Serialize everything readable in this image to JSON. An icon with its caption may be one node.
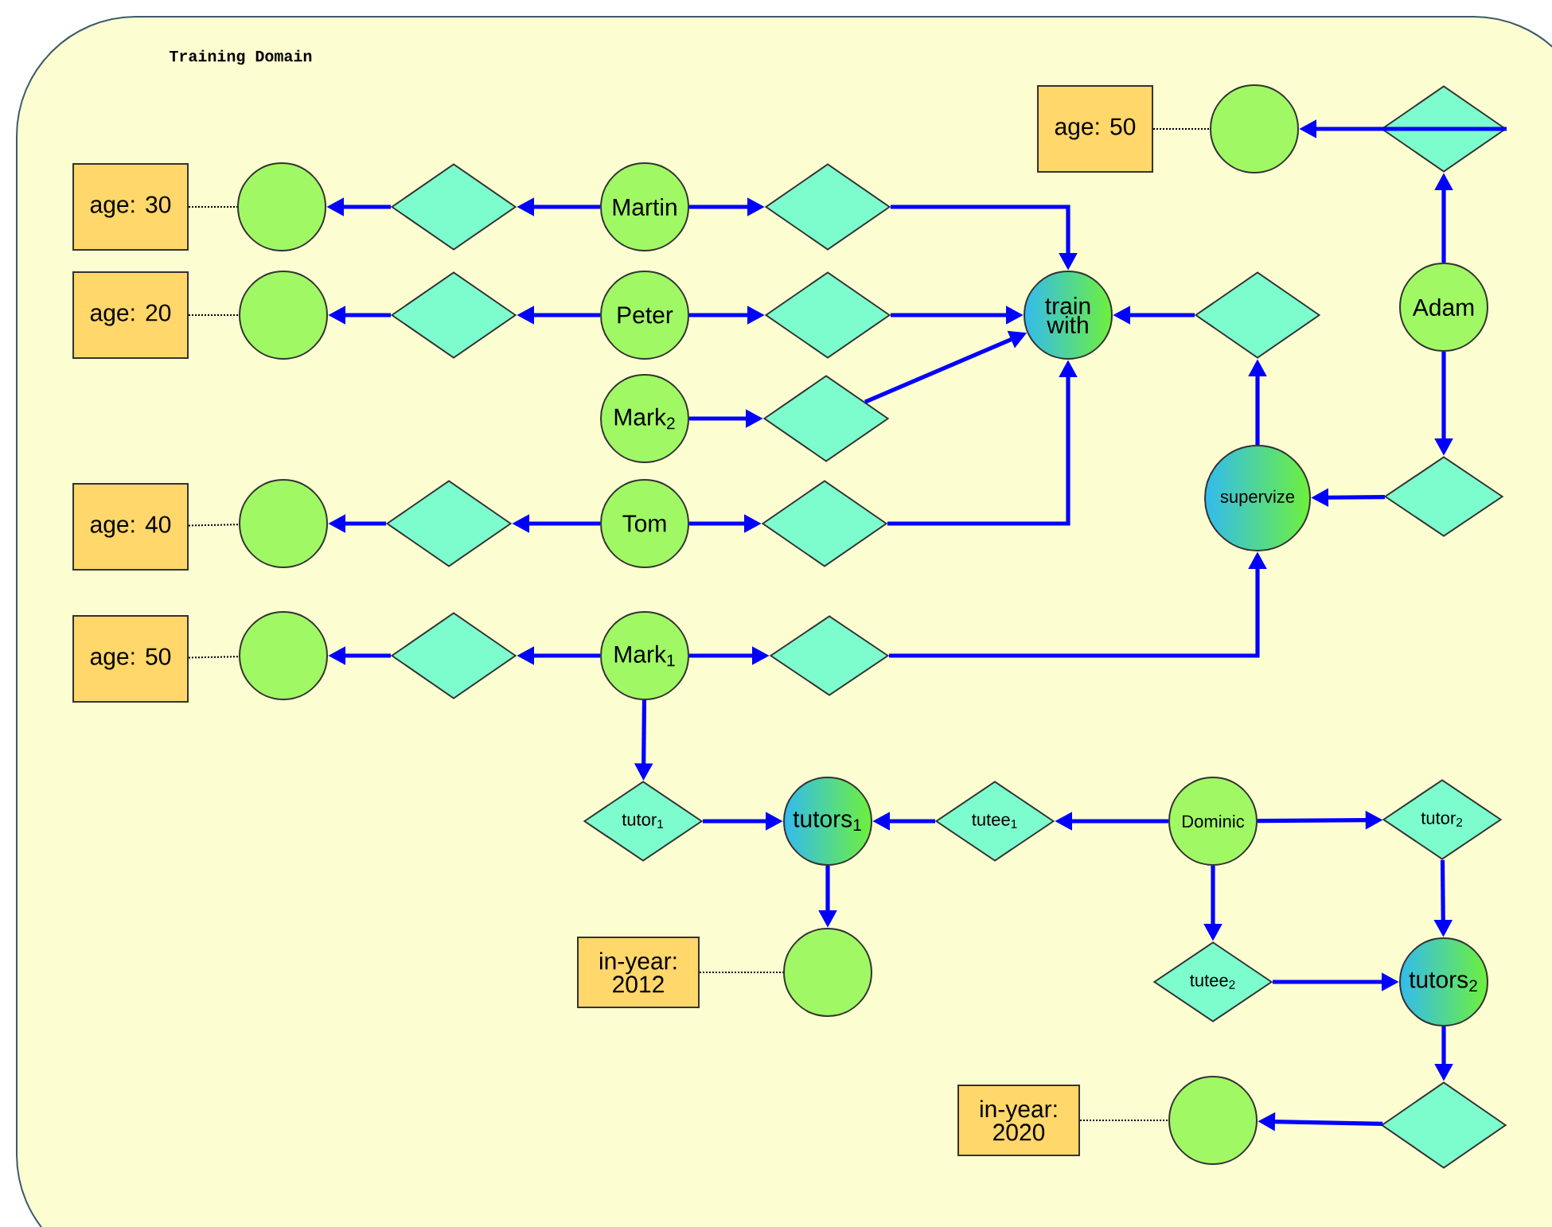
{
  "diagram": {
    "nodes": [
      {
        "text": [
          "Training Domain"
        ]
      },
      {
        "text": [
          "age: 50"
        ],
        "in": 0
      },
      {
        "text": [],
        "shape": "circle",
        "in": 0
      },
      {
        "text": [],
        "shape": "diamond",
        "in": 0
      },
      {
        "text": [
          "age: 30"
        ],
        "in": 0
      },
      {
        "text": [],
        "shape": "circle",
        "in": 0
      },
      {
        "text": [],
        "shape": "diamond",
        "in": 0
      },
      {
        "text": [
          "Martin"
        ],
        "in": 0
      },
      {
        "text": [],
        "shape": "diamond",
        "in": 0
      },
      {
        "text": [
          "age: 20"
        ],
        "in": 0
      },
      {
        "text": [],
        "shape": "circle",
        "in": 0
      },
      {
        "text": [],
        "shape": "diamond",
        "in": 0
      },
      {
        "text": [
          "Peter"
        ],
        "in": 0
      },
      {
        "text": [],
        "shape": "diamond",
        "in": 0
      },
      {
        "text": [
          "train with"
        ],
        "in": 0
      },
      {
        "text": [],
        "shape": "diamond",
        "in": 0
      },
      {
        "text": [
          "Adam"
        ],
        "in": 0
      },
      {
        "text": [
          "Mark$_{2}$"
        ],
        "in": 0
      },
      {
        "text": [],
        "shape": "diamond",
        "in": 0
      },
      {
        "text": [
          "age: 40"
        ],
        "in": 0
      },
      {
        "text": [],
        "shape": "circle",
        "in": 0
      },
      {
        "text": [],
        "shape": "diamond",
        "in": 0
      },
      {
        "text": [
          "Tom"
        ],
        "in": 0
      },
      {
        "text": [],
        "shape": "diamond",
        "in": 0
      },
      {
        "text": [
          "supervize"
        ],
        "in": 0
      },
      {
        "text": [],
        "shape": "diamond",
        "in": 0
      },
      {
        "text": [
          "age: 50"
        ],
        "in": 0
      },
      {
        "text": [],
        "shape": "circle",
        "in": 0
      },
      {
        "text": [],
        "shape": "diamond",
        "in": 0
      },
      {
        "text": [
          "Mark$_{1}$"
        ],
        "in": 0
      },
      {
        "text": [],
        "shape": "diamond",
        "in": 0
      },
      {
        "text": [
          "tutor$_{1}$"
        ],
        "in": 0
      },
      {
        "text": [
          "tutors$_{1}$"
        ],
        "in": 0
      },
      {
        "text": [
          "tutee$_{1}$"
        ],
        "in": 0
      },
      {
        "text": [
          "Dominic"
        ],
        "in": 0
      },
      {
        "text": [
          "tutor$_{2}$"
        ],
        "in": 0
      },
      {
        "text": [
          "in-year: 2012"
        ],
        "in": 0
      },
      {
        "text": [],
        "shape": "circle",
        "in": 0
      },
      {
        "text": [
          "tutee$_{2}$"
        ],
        "in": 0
      },
      {
        "text": [
          "tutors$_{2}$"
        ],
        "in": 0
      },
      {
        "text": [
          "in-year: 2020"
        ],
        "in": 0
      },
      {
        "text": [],
        "shape": "circle",
        "in": 0
      },
      {
        "text": [],
        "shape": "diamond",
        "in": 0
      }
    ],
    "edges": [
      {
        "from": 1,
        "to": 2,
        "arrow": "none",
        "style": "dashed",
        "color": "#000000"
      },
      {
        "from": 3,
        "to": 2,
        "arrow": "to"
      },
      {
        "from": 16,
        "to": 3,
        "arrow": "to"
      },
      {
        "from": 4,
        "to": 5,
        "arrow": "none",
        "style": "dashed",
        "color": "#000000"
      },
      {
        "from": 6,
        "to": 5,
        "arrow": "to"
      },
      {
        "from": 7,
        "to": 6,
        "arrow": "to"
      },
      {
        "from": 7,
        "to": 8,
        "arrow": "to"
      },
      {
        "from": 8,
        "to": 14,
        "arrow": "to"
      },
      {
        "from": 9,
        "to": 10,
        "arrow": "none",
        "style": "dashed",
        "color": "#000000"
      },
      {
        "from": 11,
        "to": 10,
        "arrow": "to"
      },
      {
        "from": 12,
        "to": 11,
        "arrow": "to"
      },
      {
        "from": 12,
        "to": 13,
        "arrow": "to"
      },
      {
        "from": 13,
        "to": 14,
        "arrow": "to"
      },
      {
        "from": 15,
        "to": 14,
        "arrow": "to"
      },
      {
        "from": 16,
        "to": 25,
        "arrow": "to"
      },
      {
        "from": 25,
        "to": 24,
        "arrow": "to"
      },
      {
        "from": 24,
        "to": 15,
        "arrow": "to"
      },
      {
        "from": 17,
        "to": 18,
        "arrow": "to"
      },
      {
        "from": 18,
        "to": 14,
        "arrow": "to"
      },
      {
        "from": 19,
        "to": 20,
        "arrow": "none",
        "style": "dashed",
        "color": "#000000"
      },
      {
        "from": 21,
        "to": 20,
        "arrow": "to"
      },
      {
        "from": 22,
        "to": 21,
        "arrow": "to"
      },
      {
        "from": 22,
        "to": 23,
        "arrow": "to"
      },
      {
        "from": 23,
        "to": 14,
        "arrow": "to"
      },
      {
        "from": 26,
        "to": 27,
        "arrow": "none",
        "style": "dashed",
        "color": "#000000"
      },
      {
        "from": 28,
        "to": 27,
        "arrow": "to"
      },
      {
        "from": 29,
        "to": 28,
        "arrow": "to"
      },
      {
        "from": 29,
        "to": 30,
        "arrow": "to"
      },
      {
        "from": 30,
        "to": 24,
        "arrow": "to"
      },
      {
        "from": 29,
        "to": 31,
        "arrow": "to"
      },
      {
        "from": 31,
        "to": 32,
        "arrow": "to"
      },
      {
        "from": 33,
        "to": 32,
        "arrow": "to"
      },
      {
        "from": 34,
        "to": 33,
        "arrow": "to"
      },
      {
        "from": 34,
        "to": 35,
        "arrow": "to"
      },
      {
        "from": 32,
        "to": 37,
        "arrow": "to"
      },
      {
        "from": 36,
        "to": 37,
        "arrow": "none",
        "style": "dashed",
        "color": "#000000"
      },
      {
        "from": 34,
        "to": 38,
        "arrow": "to"
      },
      {
        "from": 35,
        "to": 39,
        "arrow": "to"
      },
      {
        "from": 38,
        "to": 39,
        "arrow": "to"
      },
      {
        "from": 39,
        "to": 42,
        "arrow": "to"
      },
      {
        "from": 42,
        "to": 41,
        "arrow": "to"
      },
      {
        "from": 40,
        "to": 41,
        "arrow": "none",
        "style": "dashed",
        "color": "#000000"
      }
    ]
  }
}
